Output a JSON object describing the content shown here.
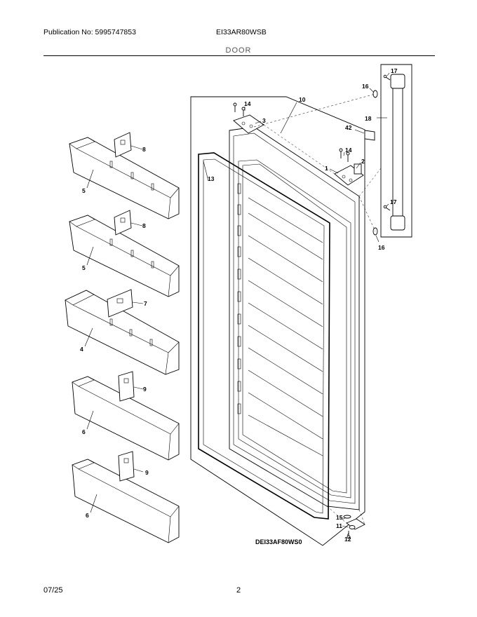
{
  "header": {
    "publication": "Publication No: 5995747853",
    "model": "EI33AR80WSB",
    "section": "DOOR"
  },
  "diagram": {
    "code": "DEI33AF80WS0",
    "callouts": {
      "c1": "1",
      "c2": "2",
      "c3": "3",
      "c4": "4",
      "c5a": "5",
      "c5b": "5",
      "c6a": "6",
      "c6b": "6",
      "c7": "7",
      "c8a": "8",
      "c8b": "8",
      "c9a": "9",
      "c9b": "9",
      "c10": "10",
      "c11": "11",
      "c12": "12",
      "c13": "13",
      "c14a": "14",
      "c14b": "14",
      "c15": "15",
      "c16a": "16",
      "c16b": "16",
      "c17a": "17",
      "c17b": "17",
      "c18": "18",
      "c42": "42"
    }
  },
  "footer": {
    "date": "07/25",
    "page": "2"
  }
}
